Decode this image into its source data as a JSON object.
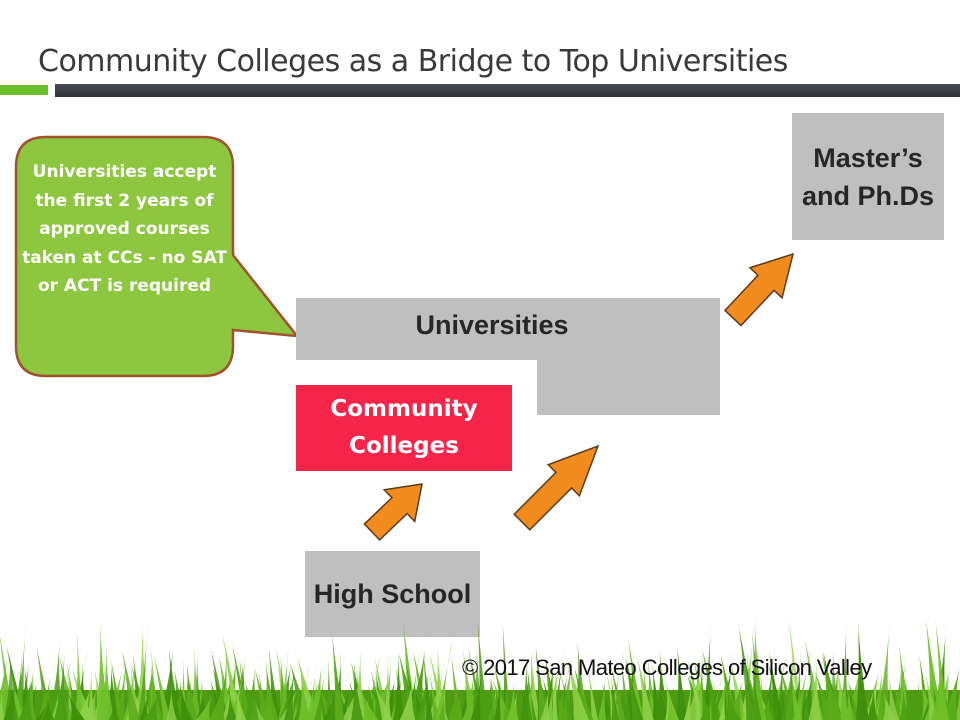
{
  "title": "Community Colleges as a Bridge to Top Universities",
  "callout": {
    "text": "Universities accept the first 2 years of approved courses taken at CCs - no SAT or ACT is required"
  },
  "boxes": {
    "masters": "Master’s and Ph.Ds",
    "universities": "Universities",
    "community_colleges": "Community Colleges",
    "high_school": "High School"
  },
  "footer": {
    "copyright": "© 2017 San Mateo Colleges of Silicon Valley"
  },
  "colors": {
    "accent_green": "#8dc63f",
    "cc_red": "#f5254a",
    "box_gray": "#bfbfbf",
    "arrow_orange": "#f28c1e"
  }
}
